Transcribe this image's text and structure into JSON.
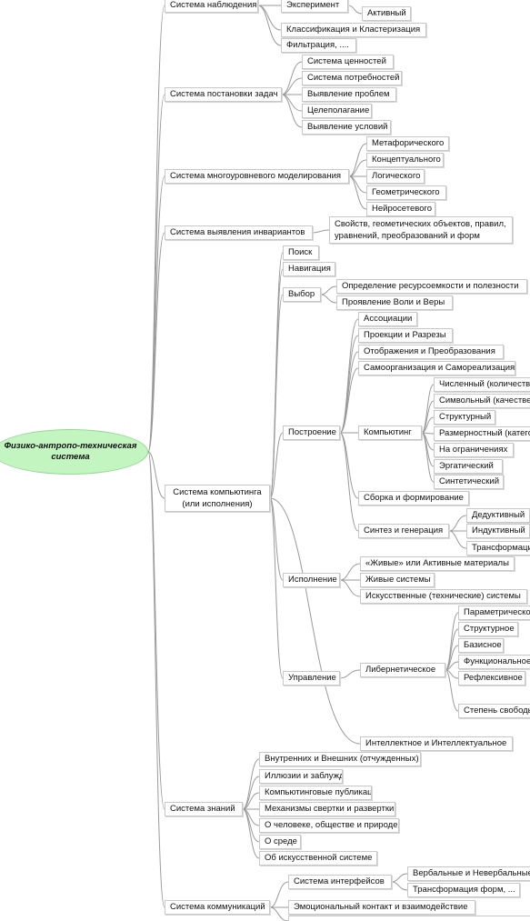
{
  "root": "Физико-антропо-техническая система",
  "nodes": {
    "n_nabl": "Система наблюдения",
    "n_eksp": "Эксперимент",
    "n_aktiv": "Активный",
    "n_klass": "Классификация и Кластеризация",
    "n_filtr": "Фильтрация, ....",
    "n_postan": "Система постановки задач",
    "n_cennost": "Система ценностей",
    "n_potreb": "Система потребностей",
    "n_problem": "Выявление проблем",
    "n_celepol": "Целеполагание",
    "n_usl": "Выявление условий",
    "n_mnogo": "Система многоуровневого моделирования",
    "n_metaf": "Метафорического",
    "n_konc": "Концептуального",
    "n_logich": "Логического",
    "n_geom": "Геометрического",
    "n_neiro": "Нейросетевого",
    "n_invar": "Система выявления инвариантов",
    "n_svoistv": "Свойств, геометических объектов, правил, уравнений, преобразований и форм",
    "n_komp": "Система компьютинга (или исполнения)",
    "n_poisk": "Поиск",
    "n_navig": "Навигация",
    "n_vybor": "Выбор",
    "n_opredel": "Определение ресурсоемкости и полезности",
    "n_projav": "Проявление Воли и Веры",
    "n_postr": "Построение",
    "n_assoc": "Ассоциации",
    "n_proekc": "Проекции и Разрезы",
    "n_otobr": "Отображения и Преобразования",
    "n_samoorg": "Самоорганизация и Самореализация",
    "n_kompting": "Компьютинг",
    "n_chisl": "Численный (количественный)",
    "n_simv": "Символьный (качественный)",
    "n_strukt": "Структурный",
    "n_razm": "Размерностный (категориальный)",
    "n_naogr": "На ограничениях",
    "n_ergat": "Эргатический",
    "n_sintet": "Синтетический",
    "n_sborka": "Сборка и формирование",
    "n_sintez": "Синтез и генерация",
    "n_dedukt": "Дедуктивный",
    "n_indukt": "Индуктивный",
    "n_transf": "Трансформационный",
    "n_ispoln": "Исполнение",
    "n_zhivye": "«Живые» или Активные материалы",
    "n_zhsist": "Живые системы",
    "n_iskusst": "Искусственные (технические) системы",
    "n_uprav": "Управление",
    "n_kiber": "Либернетическое",
    "n_param": "Параметрическое",
    "n_strukt2": "Структурное",
    "n_bazis": "Базисное",
    "n_funkc": "Функциональное",
    "n_refl": "Рефлексивное",
    "n_stepen": "Степень свободы",
    "n_intel": "Интеллектное и Интеллектуальное",
    "n_znan": "Система знаний",
    "n_vnutr": "Внутренних и Внешних (отчужденных)",
    "n_illuz": "Иллюзии и заблуждения",
    "n_kpubl": "Компьютинговые публикации",
    "n_mehan": "Механизмы свертки и развертки",
    "n_ocheloveke": "О человеке, обществе и природе",
    "n_osrede": "О среде",
    "n_obisk": "Об искусственной системе",
    "n_kommun": "Система коммуникаций",
    "n_interf": "Система интерфейсов",
    "n_verb": "Вербальные и Невербальные",
    "n_transform": "Трансформация форм, ...",
    "n_emoc": "Эмоциональный контакт и взаимодействие"
  }
}
